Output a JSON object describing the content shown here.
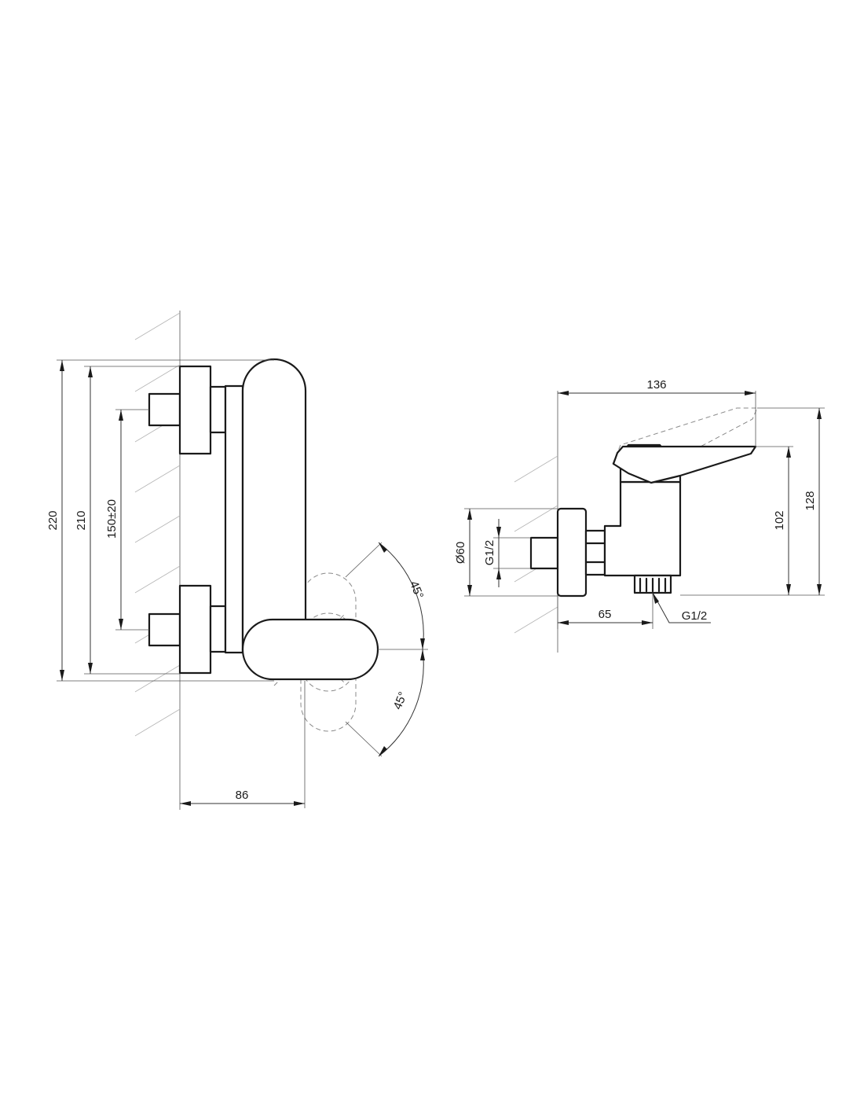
{
  "front_view": {
    "dim_overall_height": "220",
    "dim_body_height": "210",
    "dim_inlet_spacing": "150±20",
    "dim_depth": "86",
    "dim_lever_angle_up": "45°",
    "dim_lever_angle_down": "45°"
  },
  "side_view": {
    "dim_total_depth": "136",
    "dim_lever_height": "128",
    "dim_body_height": "102",
    "dim_rosette_diameter": "Ø60",
    "dim_inlet_thread": "G1/2",
    "dim_outlet_offset": "65",
    "dim_outlet_thread": "G1/2"
  }
}
